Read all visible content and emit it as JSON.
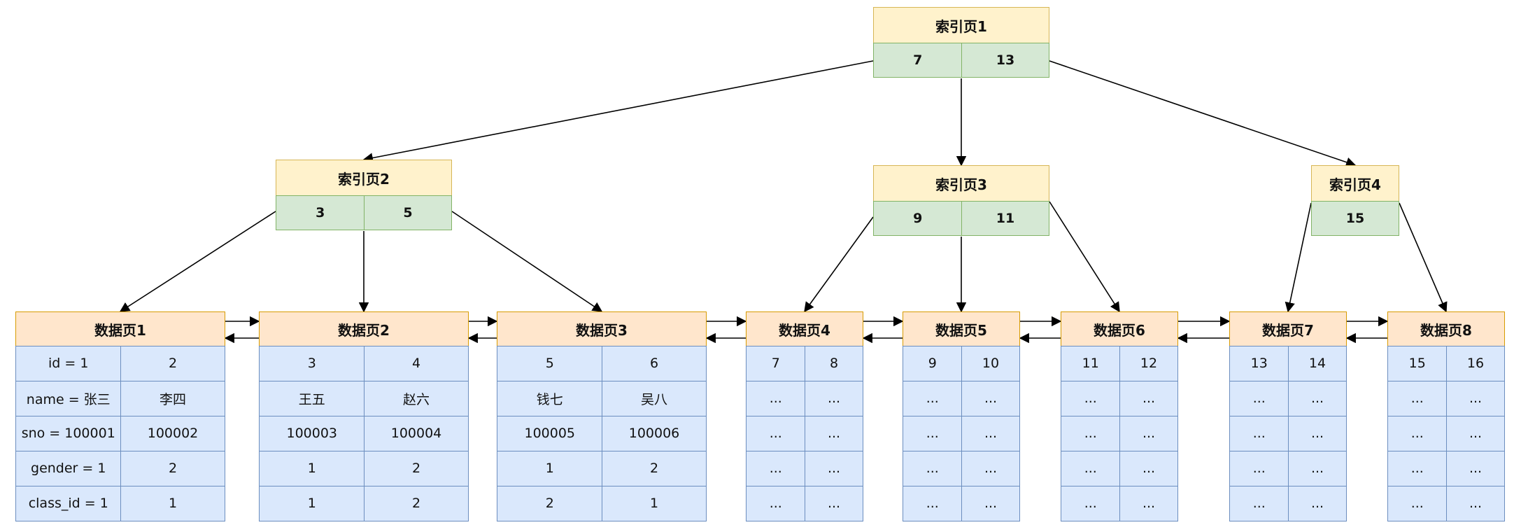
{
  "index_pages": [
    {
      "title": "索引页1",
      "keys": [
        "7",
        "13"
      ]
    },
    {
      "title": "索引页2",
      "keys": [
        "3",
        "5"
      ]
    },
    {
      "title": "索引页3",
      "keys": [
        "9",
        "11"
      ]
    },
    {
      "title": "索引页4",
      "keys": [
        "15"
      ]
    }
  ],
  "data_pages": [
    {
      "title": "数据页1",
      "rows": [
        [
          "id = 1",
          "2"
        ],
        [
          "name = 张三",
          "李四"
        ],
        [
          "sno = 100001",
          "100002"
        ],
        [
          "gender = 1",
          "2"
        ],
        [
          "class_id = 1",
          "1"
        ]
      ]
    },
    {
      "title": "数据页2",
      "rows": [
        [
          "3",
          "4"
        ],
        [
          "王五",
          "赵六"
        ],
        [
          "100003",
          "100004"
        ],
        [
          "1",
          "2"
        ],
        [
          "1",
          "2"
        ]
      ]
    },
    {
      "title": "数据页3",
      "rows": [
        [
          "5",
          "6"
        ],
        [
          "钱七",
          "吴八"
        ],
        [
          "100005",
          "100006"
        ],
        [
          "1",
          "2"
        ],
        [
          "2",
          "1"
        ]
      ]
    },
    {
      "title": "数据页4",
      "rows": [
        [
          "7",
          "8"
        ],
        [
          "...",
          "..."
        ],
        [
          "...",
          "..."
        ],
        [
          "...",
          "..."
        ],
        [
          "...",
          "..."
        ]
      ]
    },
    {
      "title": "数据页5",
      "rows": [
        [
          "9",
          "10"
        ],
        [
          "...",
          "..."
        ],
        [
          "...",
          "..."
        ],
        [
          "...",
          "..."
        ],
        [
          "...",
          "..."
        ]
      ]
    },
    {
      "title": "数据页6",
      "rows": [
        [
          "11",
          "12"
        ],
        [
          "...",
          "..."
        ],
        [
          "...",
          "..."
        ],
        [
          "...",
          "..."
        ],
        [
          "...",
          "..."
        ]
      ]
    },
    {
      "title": "数据页7",
      "rows": [
        [
          "13",
          "14"
        ],
        [
          "...",
          "..."
        ],
        [
          "...",
          "..."
        ],
        [
          "...",
          "..."
        ],
        [
          "...",
          "..."
        ]
      ]
    },
    {
      "title": "数据页8",
      "rows": [
        [
          "15",
          "16"
        ],
        [
          "...",
          "..."
        ],
        [
          "...",
          "..."
        ],
        [
          "...",
          "..."
        ],
        [
          "...",
          "..."
        ]
      ]
    }
  ],
  "colors": {
    "index_header": "#fff2cc",
    "index_key": "#d5e8d4",
    "data_header": "#ffe6cc",
    "data_cell": "#dae8fc",
    "edge": "#000000"
  }
}
